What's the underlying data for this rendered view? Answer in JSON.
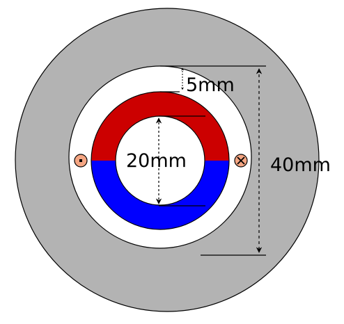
{
  "labels": {
    "gap_dimension": "5mm",
    "inner_diameter": "20mm",
    "outer_diameter": "40mm"
  },
  "symbols": {
    "left_conductor": "dot-out-of-page-icon",
    "right_conductor": "cross-into-page-icon"
  },
  "colors": {
    "outer_region": "#b3b3b3",
    "air_gap": "#ffffff",
    "ring_top": "#cc0000",
    "ring_bottom": "#0000ff",
    "conductor": "#f4a582",
    "outline": "#000000"
  }
}
